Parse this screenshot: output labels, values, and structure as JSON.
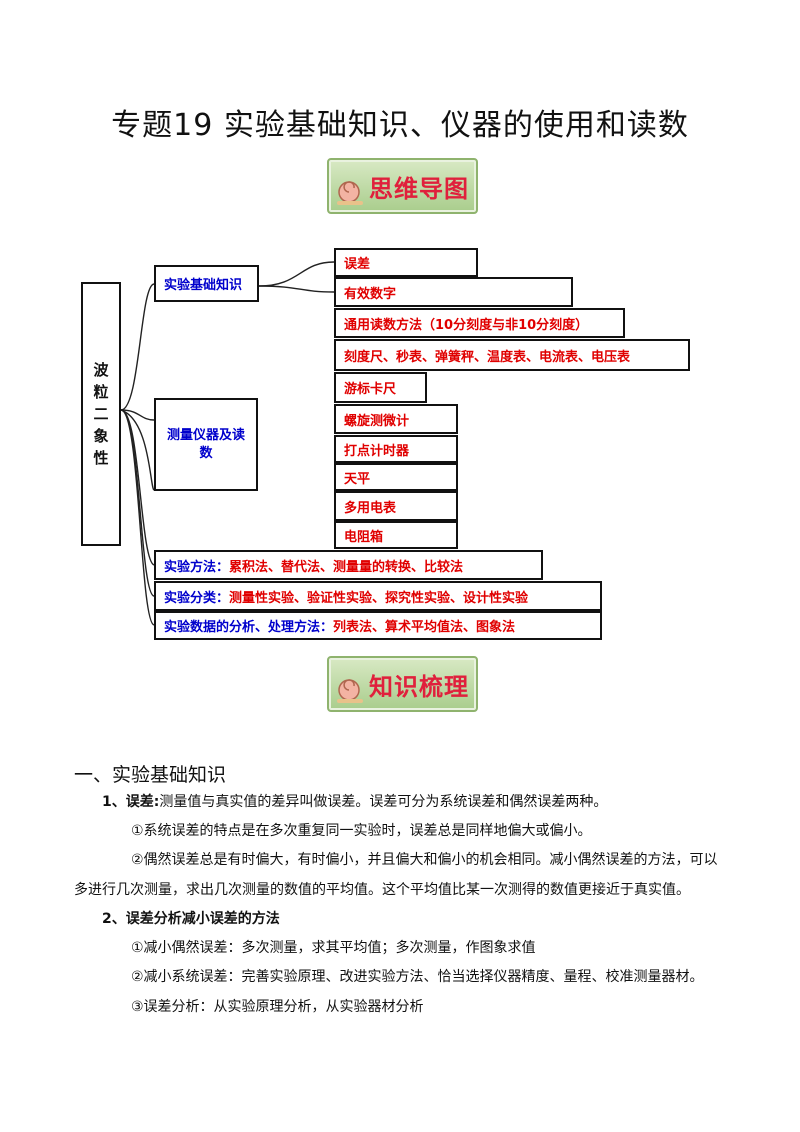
{
  "title": "专题19 实验基础知识、仪器的使用和读数",
  "banners": {
    "mindmap": "思维导图",
    "knowledge": "知识梳理"
  },
  "mindmap": {
    "root": [
      "波",
      "粒",
      "二",
      "象",
      "性"
    ],
    "branch1": "实验基础知识",
    "branch1_items": [
      "误差",
      "有效数字",
      "通用读数方法（10分刻度与非10分刻度）",
      "刻度尺、秒表、弹簧秤、温度表、电流表、电压表"
    ],
    "branch2": "测量仪器及读数",
    "branch2_items": [
      "游标卡尺",
      "螺旋测微计",
      "打点计时器",
      "天平",
      "多用电表",
      "电阻箱"
    ],
    "methods": {
      "label": "实验方法：",
      "text": "累积法、替代法、测量量的转换、比较法"
    },
    "categories": {
      "label": "实验分类：",
      "text": "测量性实验、验证性实验、探究性实验、设计性实验"
    },
    "analysis": {
      "label": "实验数据的分析、处理方法：",
      "text": "列表法、算术平均值法、图象法"
    }
  },
  "section": {
    "heading": "一、实验基础知识",
    "p1_label": "1、误差:",
    "p1_text": "测量值与真实值的差异叫做误差。误差可分为系统误差和偶然误差两种。",
    "p2": "①系统误差的特点是在多次重复同一实验时，误差总是同样地偏大或偏小。",
    "p3a": "②偶然误差总是有时偏大，有时偏小，并且偏大和偏小的机会相同。减小偶然误差的方法，可以",
    "p3b": "多进行几次测量，求出几次测量的数值的平均值。这个平均值比某一次测得的数值更接近于真实值。",
    "p4": "2、误差分析减小误差的方法",
    "p5": "①减小偶然误差：多次测量，求其平均值；多次测量，作图象求值",
    "p6": "②减小系统误差：完善实验原理、改进实验方法、恰当选择仪器精度、量程、校准测量器材。",
    "p7": "③误差分析：从实验原理分析，从实验器材分析"
  }
}
